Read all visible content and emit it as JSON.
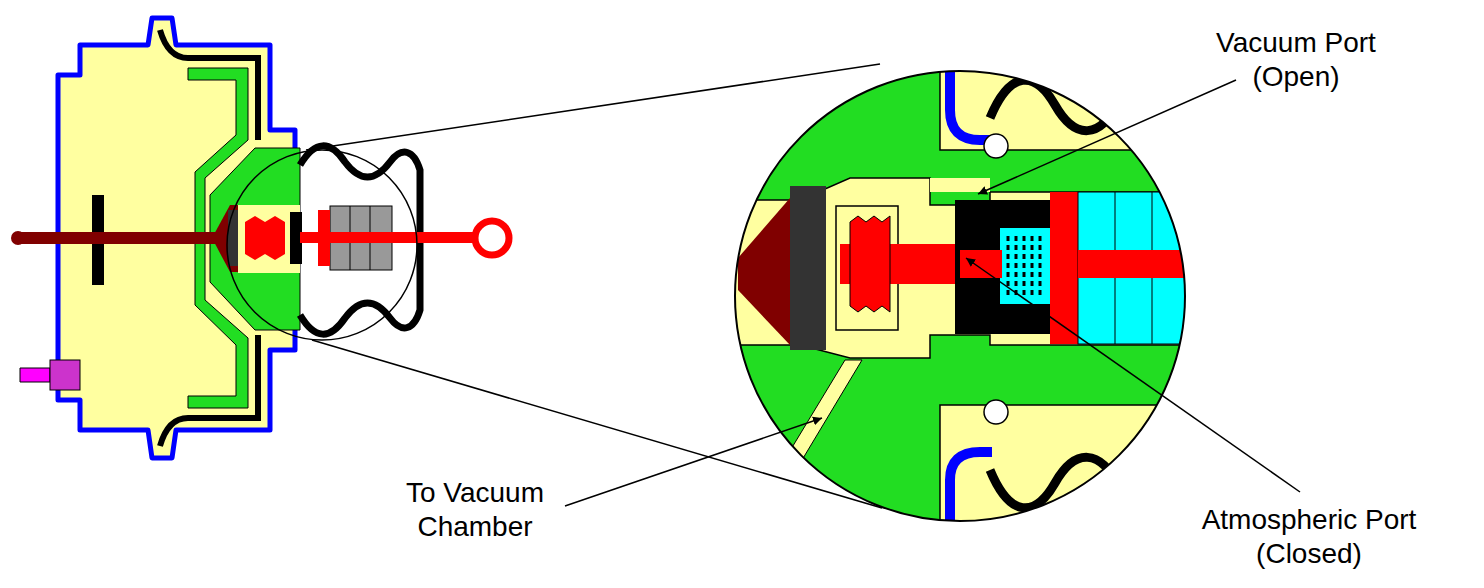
{
  "diagram": {
    "labels": [
      "Vacuum Port (Open)",
      "To Vacuum Chamber",
      "Atmospheric Port (Closed)"
    ]
  }
}
